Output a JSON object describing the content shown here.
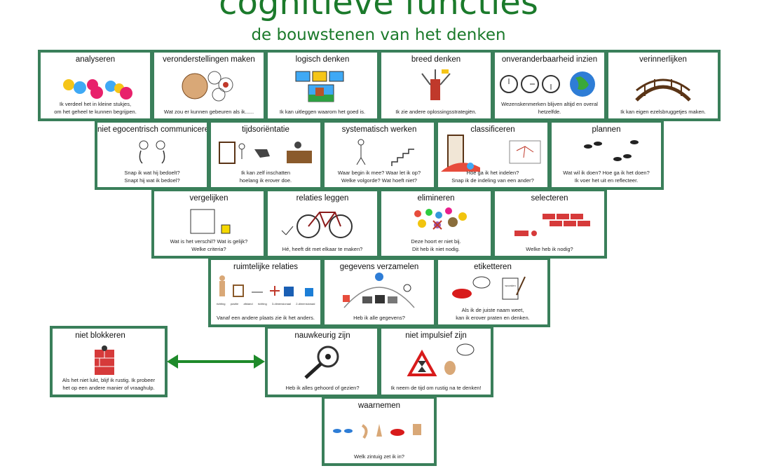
{
  "title": "cognitieve functies",
  "subtitle": "de bouwstenen van het denken",
  "colors": {
    "title": "#1b7a2b",
    "border": "#3a7f5a",
    "arrow": "#1e8a2a"
  },
  "cards": {
    "analyseren": {
      "title": "analyseren",
      "lines": [
        "Ik verdeel het in kleine stukjes,",
        "om het geheel te kunnen begrijpen."
      ]
    },
    "veronderstellingen": {
      "title": "veronderstellingen maken",
      "lines": [
        "Wat zou er kunnen gebeuren als ik......"
      ]
    },
    "logisch": {
      "title": "logisch denken",
      "lines": [
        "Ik kan uitleggen waarom het goed is."
      ]
    },
    "breed": {
      "title": "breed denken",
      "lines": [
        "Ik zie andere oplossingsstrategiën."
      ]
    },
    "onveranderbaarheid": {
      "title": "onveranderbaarheid inzien",
      "lines": [
        "Wezenskenmerken blijven altijd en overal",
        "hetzelfde."
      ]
    },
    "verinnerlijken": {
      "title": "verinnerlijken",
      "lines": [
        "Ik kan eigen ezelsbruggetjes maken."
      ]
    },
    "egocentrisch": {
      "title": "niet egocentrisch communiceren",
      "lines": [
        "Snap ik wat hij bedoelt?",
        "Snapt hij wat ik bedoel?"
      ]
    },
    "tijdsorientatie": {
      "title": "tijdsoriëntatie",
      "lines": [
        "Ik kan zelf inschatten",
        "hoelang ik erover doe."
      ]
    },
    "systematisch": {
      "title": "systematisch werken",
      "lines": [
        "Waar begin ik mee? Waar let ik op?",
        "Welke volgorde? Wat hoeft niet?"
      ]
    },
    "classificeren": {
      "title": "classificeren",
      "lines": [
        "Hoe ga ik het indelen?",
        "Snap ik de indeling van een ander?"
      ]
    },
    "plannen": {
      "title": "plannen",
      "lines": [
        "Wat wil ik doen? Hoe ga ik het doen?",
        "Ik voer het uit en reflecteer."
      ]
    },
    "vergelijken": {
      "title": "vergelijken",
      "lines": [
        "Wat is het verschil? Wat is gelijk?",
        "Welke criteria?"
      ]
    },
    "relaties": {
      "title": "relaties leggen",
      "lines": [
        "Hé, heeft dit met elkaar te maken?"
      ]
    },
    "elimineren": {
      "title": "elimineren",
      "lines": [
        "Deze hoort er niet bij.",
        "Dit heb ik niet nodig."
      ]
    },
    "selecteren": {
      "title": "selecteren",
      "lines": [
        "Welke heb ik nodig?"
      ]
    },
    "ruimtelijk": {
      "title": "ruimtelijke relaties",
      "lines": [
        "Vanaf een andere plaats zie ik het anders."
      ],
      "labels": [
        "richting",
        "positie",
        "afstand",
        "richting",
        "3-dimensionaal",
        "2-dimensionaal"
      ]
    },
    "gegevens": {
      "title": "gegevens verzamelen",
      "lines": [
        "Heb ik alle gegevens?"
      ]
    },
    "etiketteren": {
      "title": "etiketteren",
      "lines": [
        "Als ik de juiste naam weet,",
        "kan ik erover praten en denken."
      ],
      "note": "woorden"
    },
    "blokkeren": {
      "title": "niet blokkeren",
      "lines": [
        "Als het niet lukt, blijf ik rustig. Ik probeer",
        "het op een andere manier of vraaghulp."
      ]
    },
    "nauwkeurig": {
      "title": "nauwkeurig zijn",
      "lines": [
        "Heb ik alles gehoord of gezien?"
      ]
    },
    "impulsief": {
      "title": "niet impulsief zijn",
      "lines": [
        "Ik neem de tijd om rustig na te denken!"
      ]
    },
    "waarnemen": {
      "title": "waarnemen",
      "lines": [
        "Welk zintuig zet ik in?"
      ]
    }
  }
}
